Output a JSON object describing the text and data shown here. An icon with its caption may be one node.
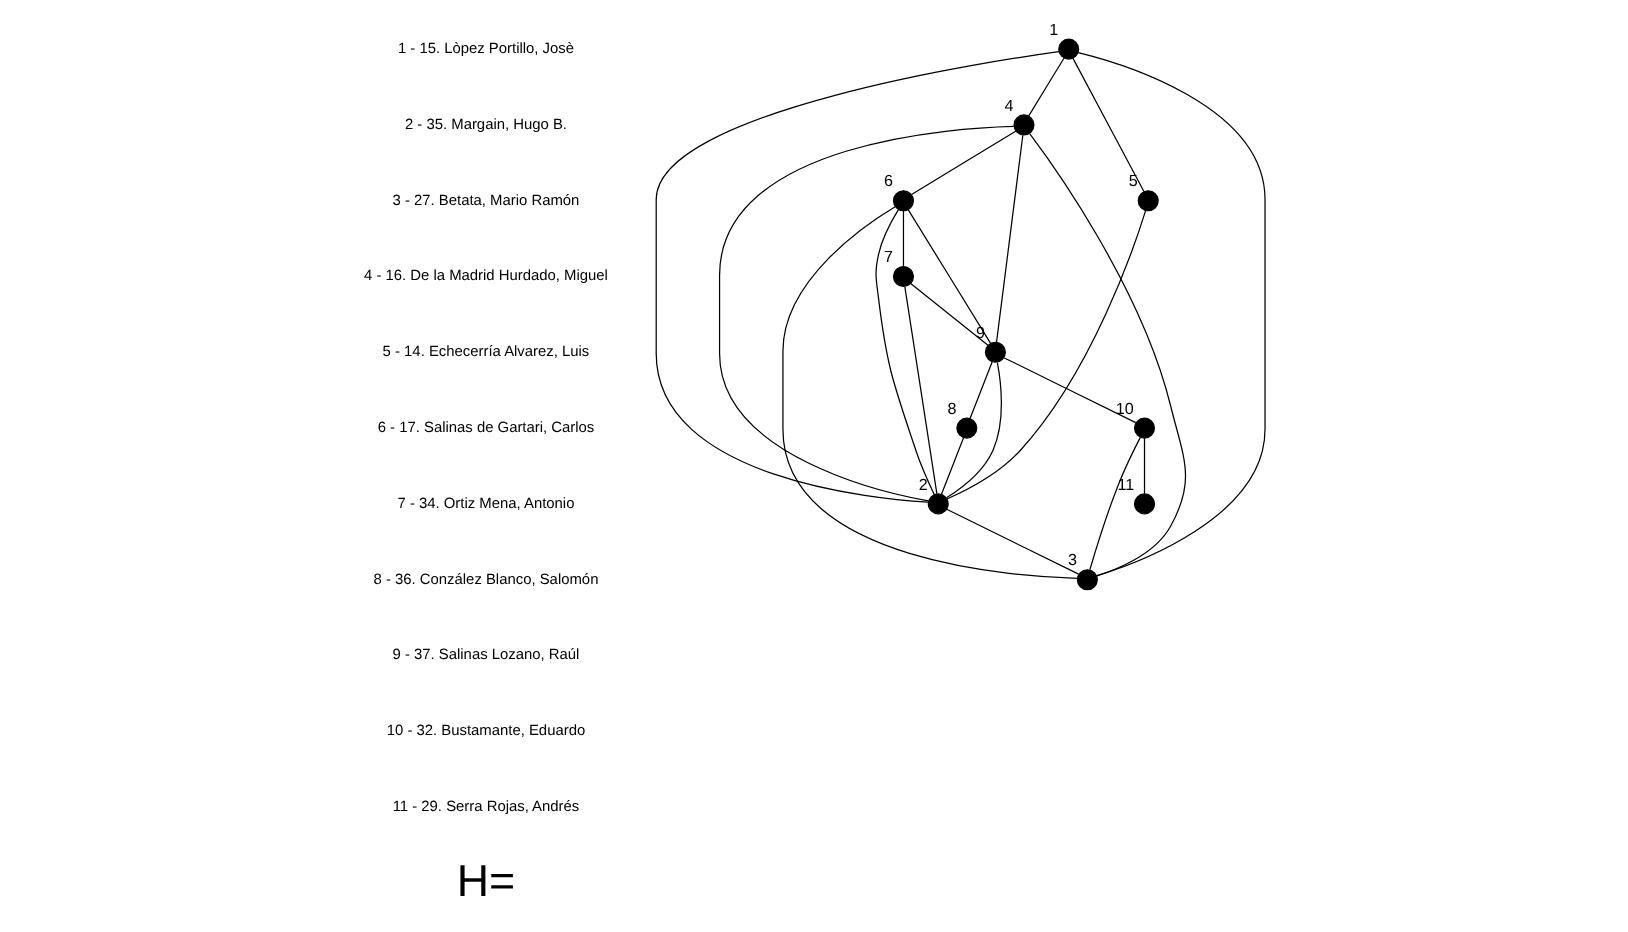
{
  "diagram": {
    "nodes": [
      {
        "text": [],
        "shape": "circle",
        "beside": [
          "1"
        ]
      },
      {
        "text": [],
        "shape": "circle",
        "beside": [
          "4"
        ]
      },
      {
        "text": [],
        "shape": "circle",
        "beside": [
          "5"
        ]
      },
      {
        "text": [],
        "shape": "circle",
        "beside": [
          "6"
        ]
      },
      {
        "text": [],
        "shape": "circle",
        "beside": [
          "7"
        ]
      },
      {
        "text": [],
        "shape": "circle",
        "beside": [
          "9"
        ]
      },
      {
        "text": [],
        "shape": "circle",
        "beside": [
          "10"
        ]
      },
      {
        "text": [],
        "shape": "circle",
        "beside": [
          "8"
        ]
      },
      {
        "text": [],
        "shape": "circle",
        "beside": [
          "11"
        ]
      },
      {
        "text": [],
        "shape": "circle",
        "beside": [
          "2"
        ]
      },
      {
        "text": [],
        "shape": "circle",
        "beside": [
          "3"
        ]
      }
    ],
    "edges": [
      {
        "from": 0,
        "to": 2,
        "arrow": "none"
      },
      {
        "from": 0,
        "to": 9,
        "arrow": "none"
      },
      {
        "from": 0,
        "to": 1,
        "arrow": "none"
      },
      {
        "from": 0,
        "to": 10,
        "arrow": "none"
      },
      {
        "from": 2,
        "to": 9,
        "arrow": "none"
      },
      {
        "from": 1,
        "to": 9,
        "arrow": "none"
      },
      {
        "from": 1,
        "to": 3,
        "arrow": "none"
      },
      {
        "from": 1,
        "to": 5,
        "arrow": "none"
      },
      {
        "from": 1,
        "to": 10,
        "arrow": "none"
      },
      {
        "from": 3,
        "to": 9,
        "arrow": "none"
      },
      {
        "from": 3,
        "to": 4,
        "arrow": "none"
      },
      {
        "from": 3,
        "to": 5,
        "arrow": "none"
      },
      {
        "from": 3,
        "to": 10,
        "arrow": "none"
      },
      {
        "from": 4,
        "to": 5,
        "arrow": "none"
      },
      {
        "from": 4,
        "to": 9,
        "arrow": "none"
      },
      {
        "from": 5,
        "to": 9,
        "arrow": "none"
      },
      {
        "from": 5,
        "to": 7,
        "arrow": "none"
      },
      {
        "from": 7,
        "to": 9,
        "arrow": "none"
      },
      {
        "from": 5,
        "to": 6,
        "arrow": "none"
      },
      {
        "from": 6,
        "to": 8,
        "arrow": "none"
      },
      {
        "from": 6,
        "to": 10,
        "arrow": "none"
      },
      {
        "from": 9,
        "to": 10,
        "arrow": "none"
      }
    ],
    "labels": [
      "1 - 15. Lòpez Portillo, Josè",
      "2 - 35. Margain, Hugo B.",
      "3 - 27. Betata, Mario Ramón",
      "4 - 16. De la Madrid Hurdado, Miguel",
      "5 - 14. Echecerría Alvarez, Luis",
      "6 - 17. Salinas de Gartari, Carlos",
      "7 - 34. Ortiz Mena, Antonio",
      "8 - 36. Conzález Blanco, Salomón",
      "9 - 37. Salinas Lozano, Raúl",
      "10 - 32. Bustamante, Eduardo",
      "11 - 29. Serra Rojas, Andrés",
      "H="
    ]
  }
}
